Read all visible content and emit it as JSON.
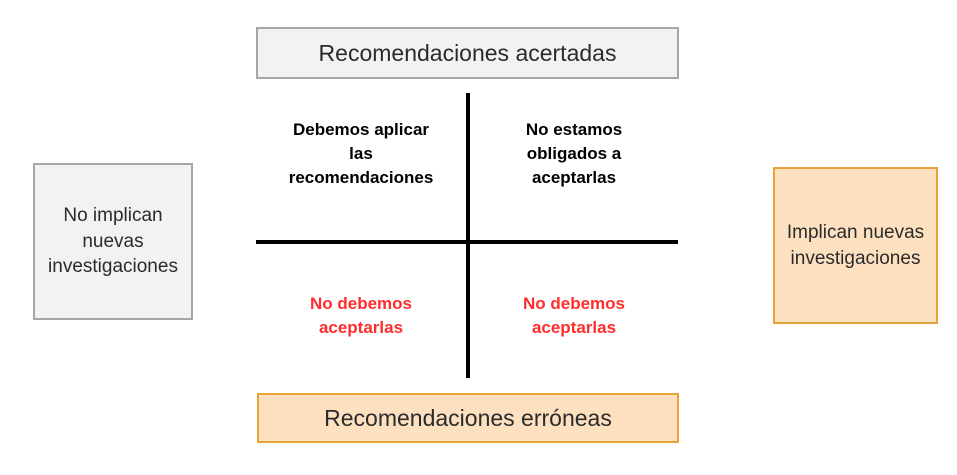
{
  "diagram": {
    "axes": {
      "top_label": {
        "text": "Recomendaciones acertadas",
        "fill": "#F2F2F2",
        "border": "#A6A6A6"
      },
      "bottom_label": {
        "text": "Recomendaciones erróneas",
        "fill": "#FCE0C0",
        "border": "#E8A33D"
      },
      "left_label": {
        "text": "No implican\nnuevas\ninvestigaciones",
        "fill": "#F2F2F2",
        "border": "#A6A6A6"
      },
      "right_label": {
        "text": "Implican nuevas\ninvestigaciones",
        "fill": "#FCE0C0",
        "border": "#E8A33D"
      }
    },
    "quadrants": [
      {
        "id": "top-left",
        "text": "Debemos aplicar\nlas\nrecomendaciones",
        "color": "#000000"
      },
      {
        "id": "top-right",
        "text": "No estamos\nobligados a\naceptarlas",
        "color": "#000000"
      },
      {
        "id": "bottom-left",
        "text": "No debemos\naceptarlas",
        "color": "#FF2D2D"
      },
      {
        "id": "bottom-right",
        "text": "No debemos\naceptarlas",
        "color": "#FF2D2D"
      }
    ]
  }
}
